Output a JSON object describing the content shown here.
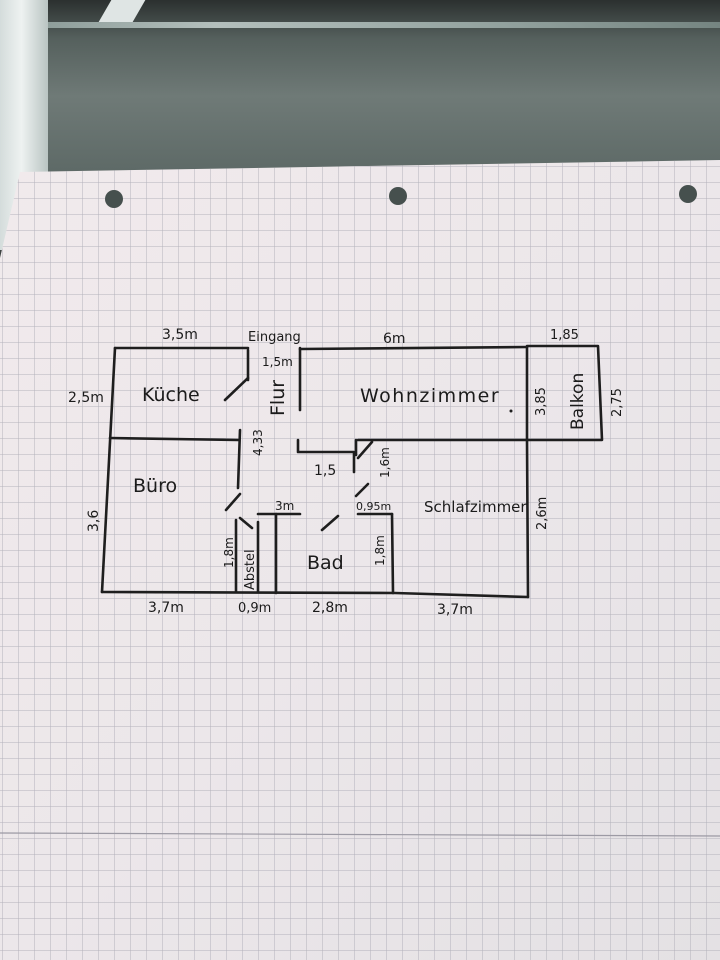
{
  "plan": {
    "rooms": {
      "kitchen": "Küche",
      "office": "Büro",
      "hallway": "Flur",
      "living_room": "Wohnzimmer",
      "balcony": "Balkon",
      "bedroom": "Schlafzimmer",
      "bathroom": "Bad",
      "storage": "Abstel",
      "entrance": "Eingang"
    },
    "dimensions": {
      "kitchen_width": "3,5m",
      "living_width": "6m",
      "balcony_width": "1,85",
      "kitchen_height": "2,5m",
      "office_height": "3,6",
      "hall_top": "1,5m",
      "hall_length": "4,33",
      "living_height": "3,85",
      "balcony_height": "2,75",
      "mid_width": "1,5",
      "mid_height": "1,6m",
      "bath_top": "3m",
      "bath_gap": "0,95m",
      "bedroom_height": "2,6m",
      "storage_height": "1,8m",
      "bath_height": "1,8m",
      "bottom_office": "3,7m",
      "bottom_storage": "0,9m",
      "bottom_bath": "2,8m",
      "bottom_bedroom": "3,7m"
    }
  }
}
